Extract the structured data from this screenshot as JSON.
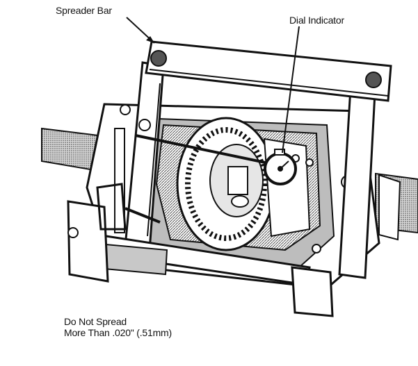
{
  "labels": {
    "spreader_bar": "Spreader Bar",
    "dial_indicator": "Dial Indicator"
  },
  "caption": {
    "line1": "Do Not Spread",
    "line2": "More Than .020\" (.51mm)"
  },
  "colors": {
    "ink": "#111111",
    "paper": "#ffffff",
    "shade": "#8a8a8a"
  }
}
